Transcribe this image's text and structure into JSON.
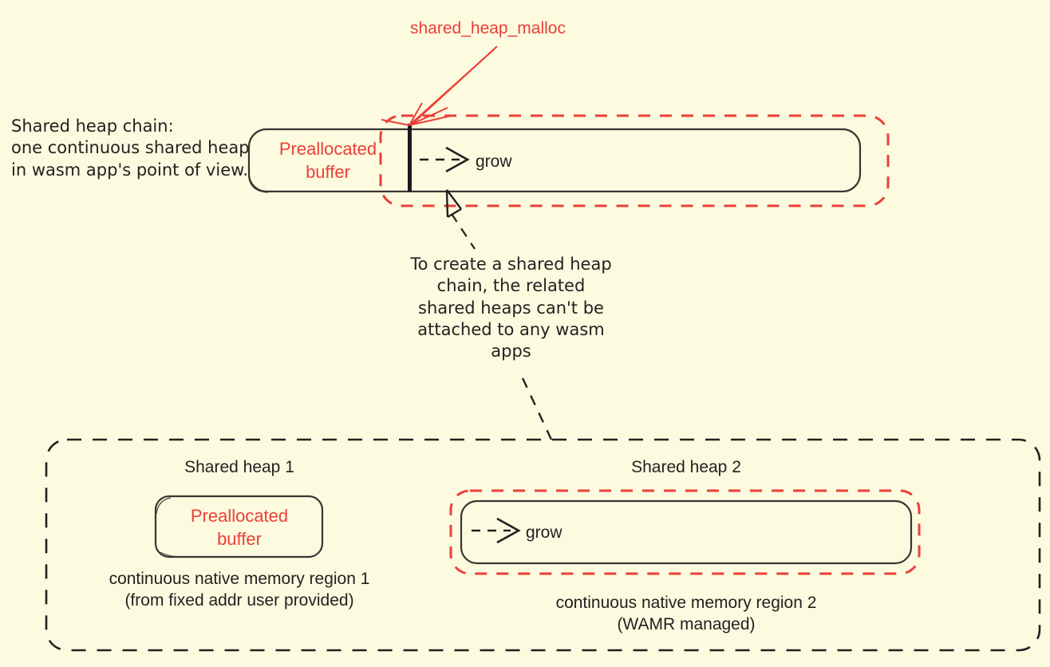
{
  "colors": {
    "background": "#fcfadf",
    "accent_red": "#ec3f38",
    "ink_black": "#241f20"
  },
  "top_section": {
    "caption_lines": [
      "Shared heap chain:",
      "one continuous shared heap",
      "in wasm app's point of view."
    ],
    "caption_text": "Shared heap chain:\none continuous shared heap\nin wasm app's point of view.",
    "malloc_label": "shared_heap_malloc",
    "preallocated_label": "Preallocated\nbuffer",
    "grow_label": "grow"
  },
  "middle_note": {
    "text": "To create a shared heap\nchain, the related\nshared heaps can't be\nattached to any wasm\napps",
    "lines": [
      "To create a shared heap",
      "chain, the related",
      "shared heaps can't be",
      "attached to any wasm",
      "apps"
    ]
  },
  "bottom_section": {
    "heap1": {
      "title": "Shared heap 1",
      "box_label": "Preallocated\nbuffer",
      "caption": "continuous native memory region 1\n(from fixed addr user provided)",
      "caption_lines": [
        "continuous native memory region 1",
        "(from fixed addr user provided)"
      ]
    },
    "heap2": {
      "title": "Shared heap 2",
      "grow_label": "grow",
      "caption": "continuous native memory region 2\n(WAMR managed)",
      "caption_lines": [
        "continuous native memory region 2",
        "(WAMR managed)"
      ]
    }
  },
  "icons": {
    "grow_arrow": "dashed-arrow-right-icon",
    "malloc_pointer": "red-arrow-icon",
    "note_pointer": "dashed-arrow-up-icon",
    "note_leader": "dashed-leader-line-icon"
  }
}
